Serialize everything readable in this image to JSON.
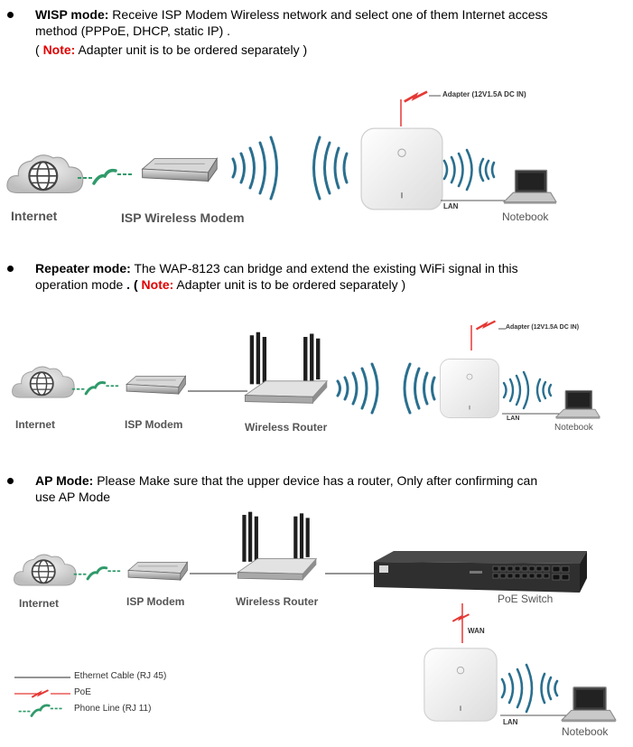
{
  "wisp": {
    "title": "WISP mode:",
    "desc_line1": " Receive ISP Modem Wireless network and select one of them Internet access",
    "desc_line2": "method (PPPoE, DHCP, static IP) .",
    "note_open": "( ",
    "note_label": "Note:",
    "note_text": " Adapter unit is to be ordered separately )",
    "labels": {
      "adapter": "Adapter (12V1.5A DC IN)",
      "internet": "Internet",
      "isp_modem": "ISP Wireless Modem",
      "lan": "LAN",
      "notebook": "Notebook"
    }
  },
  "repeater": {
    "title": "Repeater mode:",
    "desc_line1": " The WAP-8123 can bridge and extend the existing WiFi signal in this",
    "desc_line2a": "operation mode",
    "desc_line2b": " . ( ",
    "note_label": "Note:",
    "note_text": " Adapter unit is to be ordered separately )",
    "labels": {
      "adapter": "Adapter (12V1.5A DC IN)",
      "internet": "Internet",
      "isp_modem": "ISP Modem",
      "router": "Wireless Router",
      "lan": "LAN",
      "notebook": "Notebook"
    }
  },
  "ap": {
    "title": "AP Mode:",
    "desc_line1": " Please Make sure that the upper device has a router, Only after confirming can",
    "desc_line2": "use AP Mode",
    "labels": {
      "internet": "Internet",
      "isp_modem": "ISP Modem",
      "router": "Wireless Router",
      "switch": "PoE Switch",
      "wan": "WAN",
      "lan": "LAN",
      "notebook": "Notebook"
    }
  },
  "legend": {
    "ethernet": "Ethernet Cable (RJ 45)",
    "poe": "PoE",
    "phone": "Phone Line (RJ 11)"
  },
  "colors": {
    "phone_line": "#2f9a6a",
    "poe": "#e53935",
    "wifi": "#2a6f8f",
    "ethernet": "#555555"
  }
}
